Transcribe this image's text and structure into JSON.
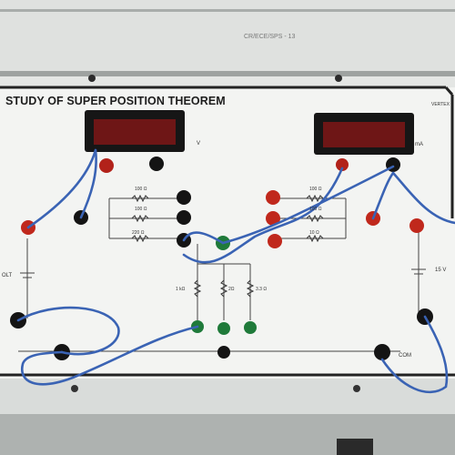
{
  "trainer_board": {
    "title": "STUDY OF SUPER POSITION THEOREM",
    "top_panel_marking": "CR/ECE/SPS - 13",
    "brand_marking": "VERTEX",
    "left_meter_unit": "V",
    "right_meter_unit": "mA",
    "left_source_label": "OLT",
    "right_source_label": "15 V",
    "common_label": "COM",
    "resistor_labels": {
      "left_series": [
        "100 Ω",
        "100 Ω",
        "220 Ω"
      ],
      "right_series": [
        "100 Ω",
        "100 Ω",
        "10 Ω"
      ],
      "load": [
        "1 kΩ",
        "2Ω",
        "3.3 Ω"
      ]
    }
  },
  "colors": {
    "panel": "#f3f4f2",
    "display": "#7a1a1a",
    "terminal_red": "#c0281c",
    "terminal_black": "#141414",
    "terminal_green": "#1f7a3a",
    "wire_blue": "#3a63b4"
  }
}
